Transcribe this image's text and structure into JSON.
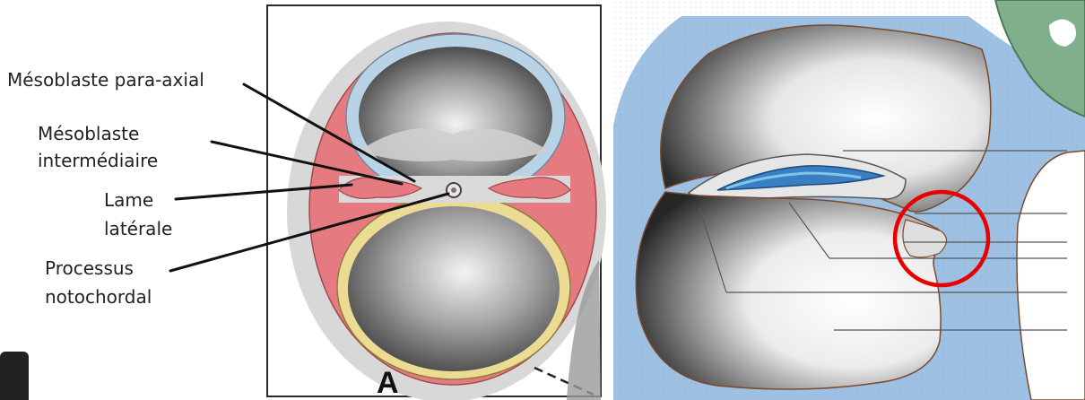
{
  "diagram": {
    "left_panel": {
      "labels": {
        "para_axial": "Mésoblaste para-axial",
        "intermediaire_line1": "Mésoblaste",
        "intermediaire_line2": "intermédiaire",
        "lame_line1": "Lame",
        "lame_line2": "latérale",
        "processus_line1": "Processus",
        "processus_line2": "notochordal"
      },
      "panel_letter": "A"
    },
    "colors": {
      "mesoderm_red": "#e57b80",
      "amnion_blue": "#b9d3e6",
      "yolk_yellow": "#ecdb92",
      "fluid_blue": "#9ec0e2",
      "highlight_circle": "#e60000",
      "placenta_green": "#7fb08b"
    }
  }
}
